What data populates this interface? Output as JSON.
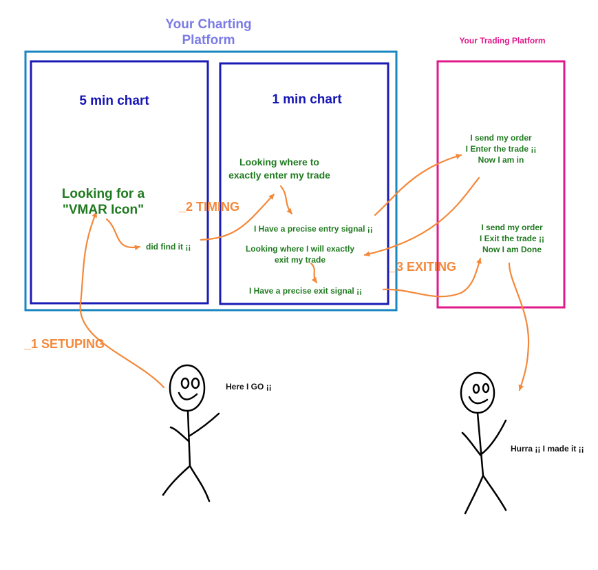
{
  "charting_platform": {
    "title_line1": "Your Charting",
    "title_line2": "Platform"
  },
  "trading_platform": {
    "title": "Your Trading Platform"
  },
  "chart_5min": {
    "label": "5 min chart",
    "looking_line1": "Looking for a",
    "looking_line2": "\"VMAR Icon\"",
    "found": "did find it ¡¡"
  },
  "chart_1min": {
    "label": "1 min chart",
    "entry_line1": "Looking where to",
    "entry_line2": "exactly enter my trade",
    "entry_signal": "I Have a precise entry signal ¡¡",
    "exit_line1": "Looking where I will exactly",
    "exit_line2": "exit my trade",
    "exit_signal": "I Have a precise exit signal ¡¡"
  },
  "order_in": {
    "line1": "I send my order",
    "line2": "I Enter the trade ¡¡",
    "line3": "Now I am in"
  },
  "order_out": {
    "line1": "I send my order",
    "line2": "I Exit the trade ¡¡",
    "line3": "Now I am Done"
  },
  "steps": {
    "step1": "_1 SETUPING",
    "step2": "_2 TIMING",
    "step3": "_3 EXITING"
  },
  "people": {
    "start_speech": "Here I GO ¡¡",
    "end_speech": "Hurra ¡¡ I made it ¡¡"
  },
  "colors": {
    "charting_frame": "#1a86c0",
    "chart_frame": "#1a1ab4",
    "trading_frame": "#e0188a",
    "arrow": "#f4883a",
    "step_text": "#f4883a",
    "status_text": "#207a20",
    "title_text": "#7b7be6"
  }
}
